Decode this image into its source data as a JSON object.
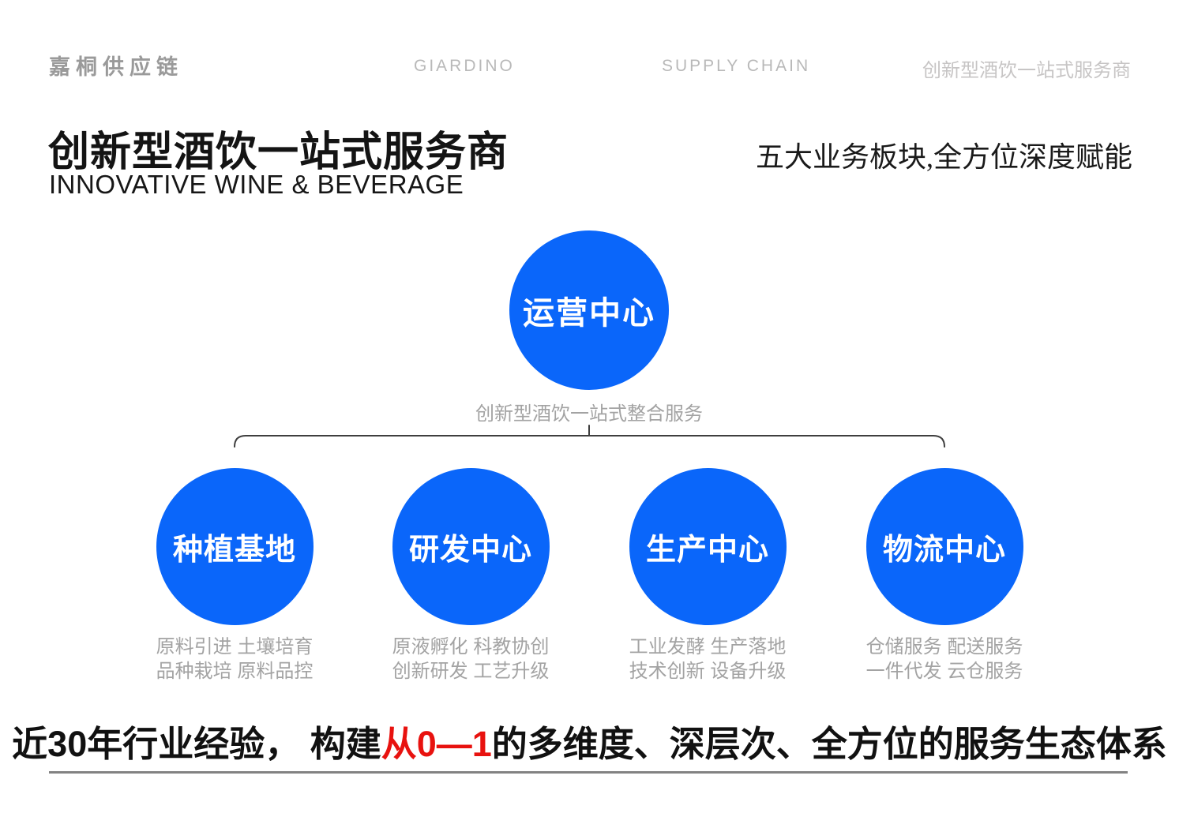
{
  "page": {
    "bg": "#ffffff",
    "accent_blue": "#0a66fa",
    "accent_red": "#e8120f",
    "connector_gray": "#3f3f3f"
  },
  "header": {
    "logo": "嘉桐供应链",
    "center_left": "GIARDINO",
    "center_right": "SUPPLY CHAIN",
    "right": "创新型酒饮一站式服务商"
  },
  "title": {
    "main": "创新型酒饮一站式服务商",
    "subtitle": "INNOVATIVE WINE & BEVERAGE",
    "slogan": "五大业务板块,全方位深度赋能"
  },
  "diagram": {
    "root": {
      "label": "运营中心",
      "caption": "创新型酒饮一站式整合服务"
    },
    "branches": [
      {
        "label": "种植基地",
        "line1": "原料引进 土壤培育",
        "line2": "品种栽培 原料品控"
      },
      {
        "label": "研发中心",
        "line1": "原液孵化 科教协创",
        "line2": "创新研发 工艺升级"
      },
      {
        "label": "生产中心",
        "line1": "工业发酵 生产落地",
        "line2": "技术创新 设备升级"
      },
      {
        "label": "物流中心",
        "line1": "仓储服务 配送服务",
        "line2": "一件代发 云仓服务"
      }
    ]
  },
  "footer": {
    "prefix": "近30年行业经验， 构建",
    "highlight": "从0—1",
    "suffix": "的多维度、深层次、全方位的服务生态体系"
  }
}
